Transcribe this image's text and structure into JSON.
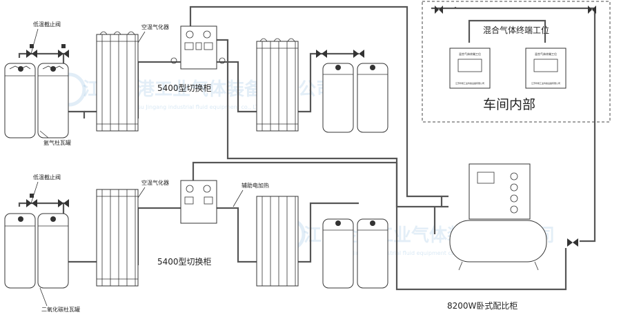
{
  "labels": {
    "valve_top": "低温截止阀",
    "vaporizer_top": "空温气化器",
    "cabinet_top": "5400型切换柜",
    "tank_top": "氩气杜瓦罐",
    "terminal_box": "混合气体终端工位",
    "workshop": "车间内部",
    "valve_bottom": "低温截止阀",
    "vaporizer_bottom": "空温气化器",
    "heater_bottom": "辅助电加热",
    "cabinet_bottom": "5400型切换柜",
    "tank_bottom": "二氧化碳杜瓦罐",
    "ratio_cabinet": "8200W卧式配比柜"
  },
  "panel_texts": {
    "terminal_1_title": "混合气体终端工位",
    "terminal_2_title": "混合气体终端工位",
    "terminal_1_sub": "江苏华扬工业科技设备有限公司",
    "terminal_2_sub": "江苏华扬工业科技设备有限公司"
  },
  "watermark": {
    "cn_1": "江苏金港工业气体装备有限公司",
    "en_1": "Jiangsu Jingang industrial fluid equipment co., LTD.",
    "cn_2": "江苏金港工业气体装备有限公司",
    "en_2": "Jiangsu Jingang industrial fluid equipment co., LTD.",
    "color": "#6aa7d6"
  },
  "icons": [
    "valve-icon",
    "gauge-icon",
    "dewar-tank-icon",
    "vaporizer-icon",
    "switch-cabinet-icon",
    "terminal-station-icon",
    "ratio-cabinet-icon"
  ]
}
